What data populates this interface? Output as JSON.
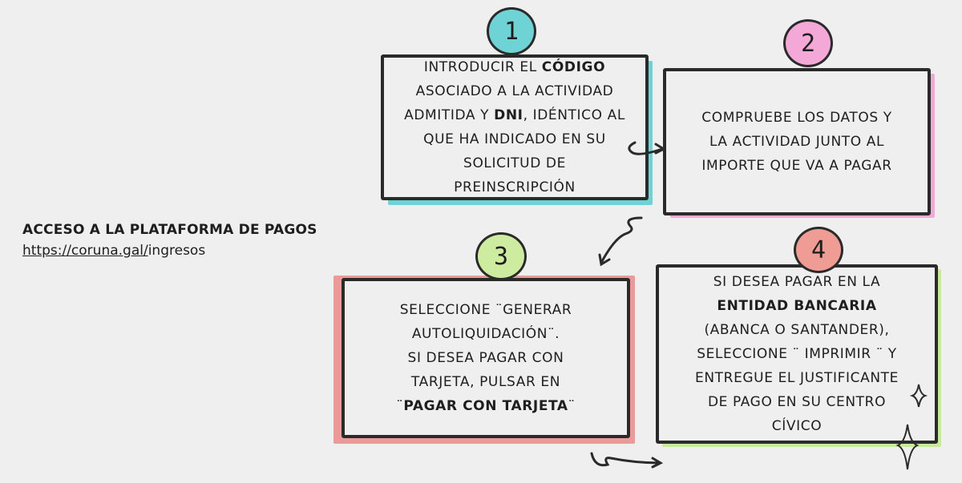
{
  "access": {
    "title": "ACCESO A LA PLATAFORMA DE PAGOS",
    "link_prefix": "https://coruna.gal/",
    "link_suffix": "ingresos"
  },
  "steps": [
    {
      "number": "1",
      "color": "#6fd3d6",
      "lines": [
        [
          {
            "t": "INTRODUCIR EL "
          },
          {
            "t": "CÓDIGO",
            "b": true
          }
        ],
        [
          {
            "t": "ASOCIADO A LA ACTIVIDAD"
          }
        ],
        [
          {
            "t": "ADMITIDA Y "
          },
          {
            "t": "DNI",
            "b": true
          },
          {
            "t": ", IDÉNTICO AL"
          }
        ],
        [
          {
            "t": "QUE HA INDICADO EN SU"
          }
        ],
        [
          {
            "t": "SOLICITUD DE"
          }
        ],
        [
          {
            "t": "PREINSCRIPCIÓN"
          }
        ]
      ]
    },
    {
      "number": "2",
      "color": "#f3a8d8",
      "lines": [
        [
          {
            "t": "COMPRUEBE LOS DATOS  Y"
          }
        ],
        [
          {
            "t": "LA ACTIVIDAD JUNTO AL"
          }
        ],
        [
          {
            "t": "IMPORTE QUE VA A PAGAR"
          }
        ]
      ]
    },
    {
      "number": "3",
      "color": "#cdeca0",
      "shadow": "#eb9a9a",
      "lines": [
        [
          {
            "t": "SELECCIONE ¨GENERAR"
          }
        ],
        [
          {
            "t": "AUTOLIQUIDACIÓN¨."
          }
        ],
        [
          {
            "t": "SI DESEA PAGAR CON"
          }
        ],
        [
          {
            "t": "TARJETA, PULSAR EN"
          }
        ],
        [
          {
            "t": "¨"
          },
          {
            "t": "PAGAR CON TARJETA",
            "b": true
          },
          {
            "t": "¨"
          }
        ]
      ]
    },
    {
      "number": "4",
      "color": "#ee9c94",
      "shadow": "#c9e99d",
      "lines": [
        [
          {
            "t": "SI DESEA PAGAR EN LA"
          }
        ],
        [
          {
            "t": "ENTIDAD BANCARIA",
            "b": true
          }
        ],
        [
          {
            "t": "(ABANCA O SANTANDER),"
          }
        ],
        [
          {
            "t": "SELECCIONE ¨ IMPRIMIR ¨ Y"
          }
        ],
        [
          {
            "t": "ENTREGUE EL JUSTIFICANTE"
          }
        ],
        [
          {
            "t": "DE PAGO EN SU CENTRO"
          }
        ],
        [
          {
            "t": "CÍVICO"
          }
        ]
      ]
    }
  ]
}
